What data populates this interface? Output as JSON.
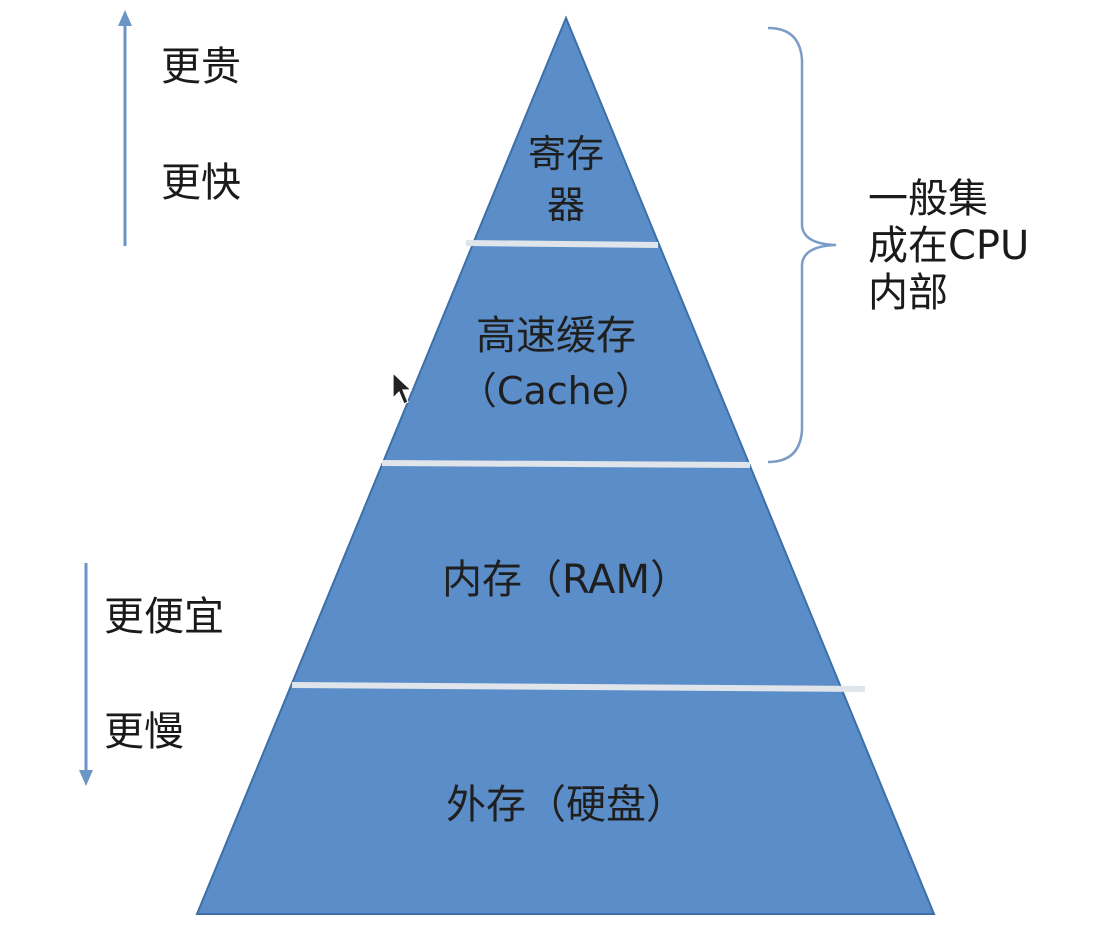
{
  "pyramid": {
    "layers": [
      {
        "lines": [
          "寄存",
          "器"
        ]
      },
      {
        "lines": [
          "高速缓存",
          "（Cache）"
        ]
      },
      {
        "lines": [
          "内存（RAM）"
        ]
      },
      {
        "lines": [
          "外存（硬盘）"
        ]
      }
    ]
  },
  "left_top": {
    "label1": "更贵",
    "label2": "更快"
  },
  "left_bottom": {
    "label1": "更便宜",
    "label2": "更慢"
  },
  "bracket": {
    "lines": [
      "一般集",
      "成在CPU",
      "内部"
    ]
  },
  "colors": {
    "pyramid_fill": "#5b8ec8",
    "pyramid_stroke": "#3d6fa8",
    "separator": "#dfe5ea",
    "arrow": "#6a95c6",
    "bracket": "#7a9cc6"
  }
}
